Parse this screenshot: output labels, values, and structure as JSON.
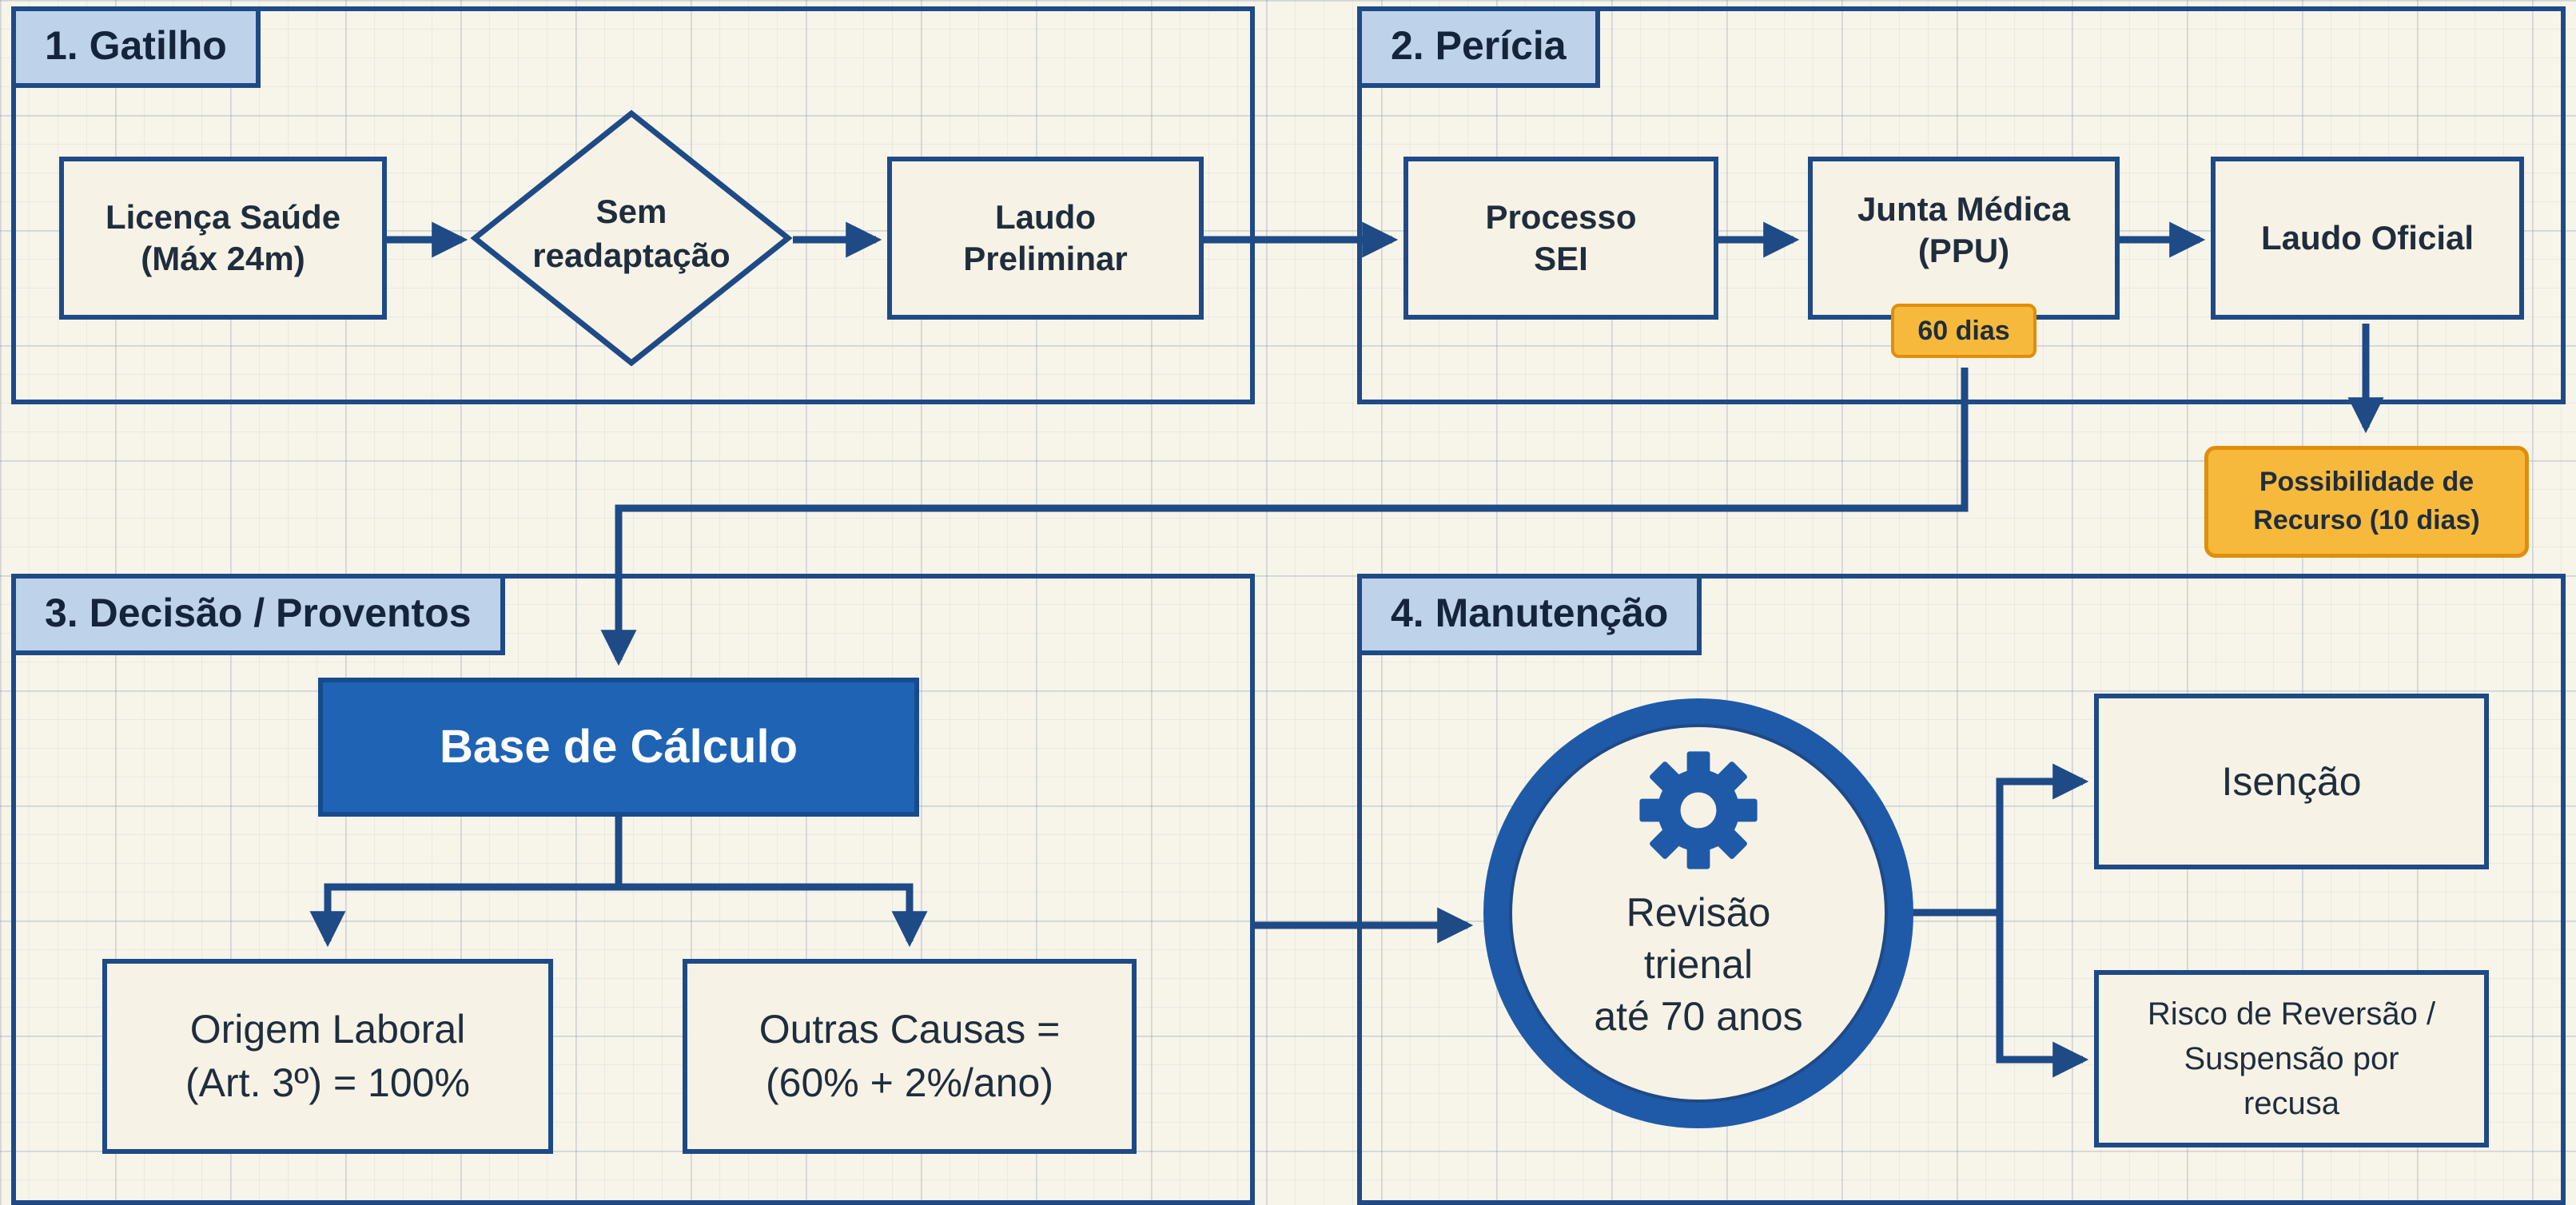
{
  "sections": {
    "gatilho": "1. Gatilho",
    "pericia": "2. Perícia",
    "decisao": "3. Decisão / Proventos",
    "manutencao": "4. Manutenção"
  },
  "nodes": {
    "licenca": "Licença Saúde\n(Máx 24m)",
    "sem_readaptacao": "Sem\nreadaptação",
    "laudo_preliminar": "Laudo\nPreliminar",
    "processo_sei": "Processo\nSEI",
    "junta_medica": "Junta Médica\n(PPU)",
    "prazo_junta": "60 dias",
    "laudo_oficial": "Laudo Oficial",
    "recurso": "Possibilidade de\nRecurso (10 dias)",
    "base_calculo": "Base de Cálculo",
    "origem_laboral": "Origem Laboral\n(Art. 3º) = 100%",
    "outras_causas": "Outras Causas =\n(60% + 2%/ano)",
    "revisao": "Revisão\ntrienal\naté 70 anos",
    "isencao": "Isenção",
    "risco": "Risco de Reversão /\nSuspensão por\nrecusa"
  },
  "icons": {
    "revisao_icon": "gear-icon"
  },
  "colors": {
    "primary": "#1e4a86",
    "accent_fill": "#1f63b5",
    "badge_fill": "#f6b93b",
    "badge_border": "#e08e0b",
    "tab_fill": "#bed3ea",
    "background": "#f7f4ea"
  }
}
